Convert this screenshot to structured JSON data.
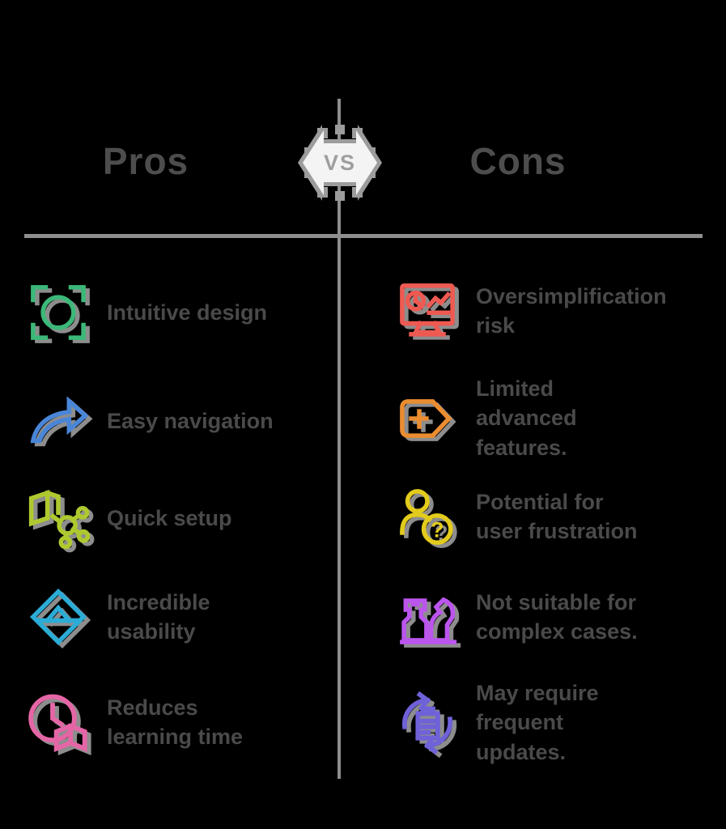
{
  "badge": {
    "label": "VS"
  },
  "colors": {
    "background": "#000000",
    "divider": "#8e8e8e",
    "heading_text": "#4d4d4d",
    "item_text": "#4a4a4a",
    "badge_face": "#f4f4f4",
    "badge_teeth": "#9c9c9c",
    "badge_label": "#9e9e9e",
    "icon_shadow": "#8d8d8d"
  },
  "columns": {
    "pros": {
      "header": "Pros",
      "items": [
        {
          "icon": "focus-target-icon",
          "color": "#3cb878",
          "lines": [
            "Intuitive design"
          ]
        },
        {
          "icon": "navigation-swoosh-icon",
          "color": "#4a86d8",
          "lines": [
            "Easy navigation"
          ]
        },
        {
          "icon": "book-network-icon",
          "color": "#aec92f",
          "lines": [
            "Quick setup"
          ]
        },
        {
          "icon": "diamond-icon",
          "color": "#2bacd6",
          "lines": [
            "Incredible",
            "usability"
          ]
        },
        {
          "icon": "clock-book-icon",
          "color": "#e566a6",
          "lines": [
            "Reduces",
            "learning time"
          ]
        }
      ]
    },
    "cons": {
      "header": "Cons",
      "items": [
        {
          "icon": "dashboard-monitor-icon",
          "color": "#ee5a52",
          "lines": [
            "Oversimplification",
            "risk"
          ]
        },
        {
          "icon": "tag-plus-icon",
          "color": "#ea8c30",
          "lines": [
            "Limited",
            "advanced",
            "features."
          ]
        },
        {
          "icon": "user-question-icon",
          "color": "#e3cb1c",
          "lines": [
            "Potential for",
            "user frustration"
          ]
        },
        {
          "icon": "chess-pieces-icon",
          "color": "#bb55ee",
          "lines": [
            "Not suitable for",
            "complex cases."
          ]
        },
        {
          "icon": "sync-clipboard-icon",
          "color": "#6f62d9",
          "lines": [
            "May require",
            "frequent",
            "updates."
          ]
        }
      ]
    }
  }
}
